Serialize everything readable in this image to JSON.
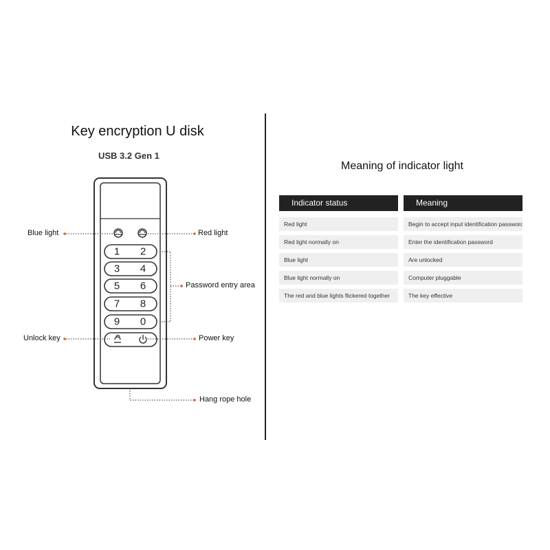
{
  "left_panel": {
    "title": "Key encryption U disk",
    "subtitle": "USB 3.2 Gen 1",
    "keys": [
      "1",
      "2",
      "3",
      "4",
      "5",
      "6",
      "7",
      "8",
      "9",
      "0"
    ],
    "callouts": {
      "blue_light": "Blue light",
      "red_light": "Red light",
      "password_entry_area": "Password entry area",
      "unlock_key": "Unlock key",
      "power_key": "Power key",
      "hang_rope_hole": "Hang rope hole"
    },
    "colors": {
      "callout_dot": "#e05a2b",
      "outline": "#333333"
    }
  },
  "right_panel": {
    "title": "Meaning of indicator light",
    "headers": {
      "status": "Indicator status",
      "meaning": "Meaning"
    },
    "rows": [
      {
        "status": "Red light",
        "meaning": "Begin to accept input identification password"
      },
      {
        "status": "Red light normally on",
        "meaning": "Enter the identification password"
      },
      {
        "status": "Blue light",
        "meaning": "Are unlocked"
      },
      {
        "status": "Blue light normally on",
        "meaning": "Computer pluggable"
      },
      {
        "status": "The red and blue lights flickered together",
        "meaning": "The key effective"
      }
    ]
  }
}
